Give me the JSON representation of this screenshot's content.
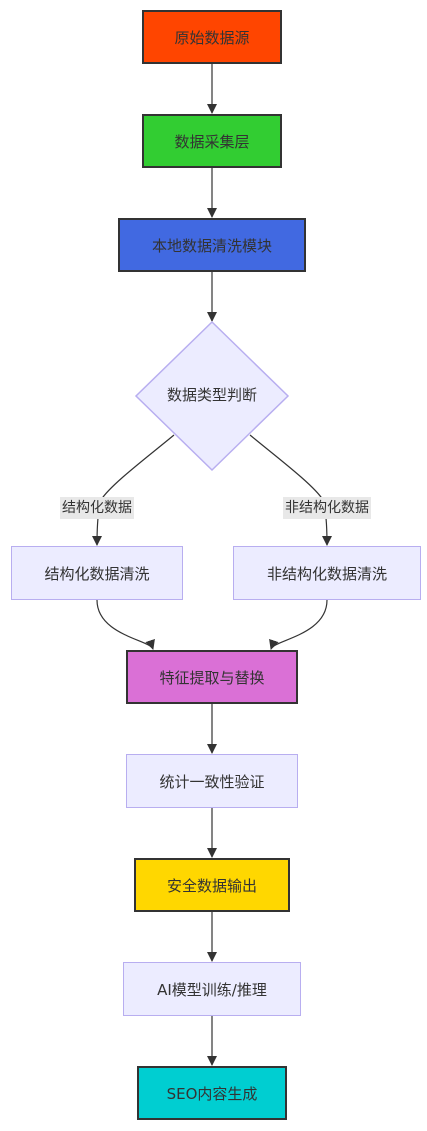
{
  "nodes": {
    "source": {
      "label": "原始数据源",
      "color": "#ff4500"
    },
    "collect": {
      "label": "数据采集层",
      "color": "#32cd32"
    },
    "clean_local": {
      "label": "本地数据清洗模块",
      "color": "#4169e1"
    },
    "judge": {
      "label": "数据类型判断",
      "color": "#ececff"
    },
    "structured_clean": {
      "label": "结构化数据清洗",
      "color": "#ececff"
    },
    "unstructured_clean": {
      "label": "非结构化数据清洗",
      "color": "#ececff"
    },
    "feature": {
      "label": "特征提取与替换",
      "color": "#da70d6"
    },
    "verify": {
      "label": "统计一致性验证",
      "color": "#ececff"
    },
    "output": {
      "label": "安全数据输出",
      "color": "#ffd700"
    },
    "train": {
      "label": "AI模型训练/推理",
      "color": "#ececff"
    },
    "seo": {
      "label": "SEO内容生成",
      "color": "#00ced1"
    }
  },
  "edge_labels": {
    "structured": "结构化数据",
    "unstructured": "非结构化数据"
  },
  "style": {
    "edge_color": "#333333",
    "light_border": "#b8aef0",
    "label_background": "#e8e8e8"
  }
}
